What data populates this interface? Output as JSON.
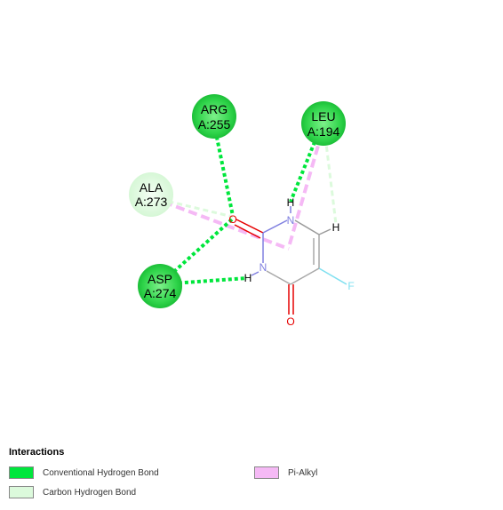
{
  "residues": [
    {
      "id": "arg255",
      "name": "ARG",
      "num": "A:255",
      "type": "conventional"
    },
    {
      "id": "leu194",
      "name": "LEU",
      "num": "A:194",
      "type": "conventional"
    },
    {
      "id": "ala273",
      "name": "ALA",
      "num": "A:273",
      "type": "carbon"
    },
    {
      "id": "asp274",
      "name": "ASP",
      "num": "A:274",
      "type": "conventional"
    }
  ],
  "atoms": {
    "o_top": "O",
    "n_top": "N",
    "h_n_top": "H",
    "h_c6": "H",
    "n_left": "N",
    "h_n_left": "H",
    "f": "F",
    "o_bottom": "O"
  },
  "legend": {
    "title": "Interactions",
    "items": [
      {
        "label": "Conventional Hydrogen Bond",
        "color": "#00e63c"
      },
      {
        "label": "Carbon Hydrogen Bond",
        "color": "#dcfadc"
      },
      {
        "label": "Pi-Alkyl",
        "color": "#f5b9f5"
      }
    ]
  },
  "colors": {
    "conventional_hbond": "#00e63c",
    "carbon_hbond": "#dcfadc",
    "pi_alkyl": "#f5b9f5",
    "oxygen": "#e60000",
    "nitrogen": "#8080e0",
    "fluorine": "#7fe0f0",
    "carbon_bond": "#a8a8a8"
  }
}
